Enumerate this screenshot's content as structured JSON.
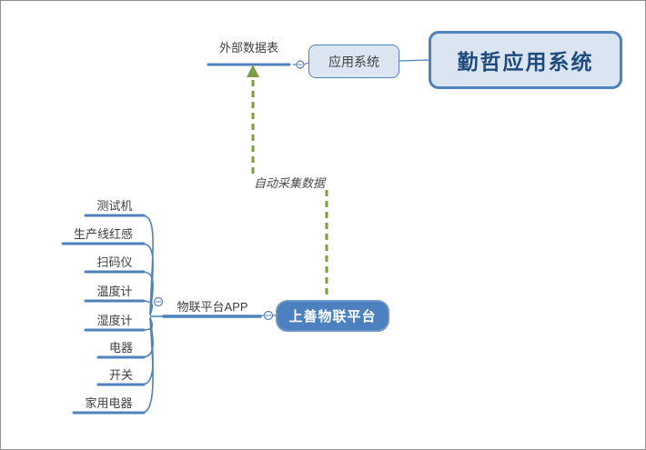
{
  "colors": {
    "accent_blue": "#4f81bd",
    "light_box_fill": "#dce6f2",
    "root_box_fill": "#dbe5f1",
    "root_text": "#1f4a7d",
    "platform_box_fill": "#4d80bf",
    "relationship_green": "#7e9d40",
    "node_text": "#3f3f3f",
    "relationship_label_text": "#4a4a4a",
    "frame_border": "#8f8f8f"
  },
  "top_branch": {
    "external_table": {
      "label": "外部数据表"
    },
    "app_system": {
      "label": "应用系统"
    },
    "root": {
      "label": "勤哲应用系统"
    }
  },
  "relationship": {
    "label": "自动采集数据"
  },
  "bottom_branch": {
    "platform": {
      "label": "上善物联平台"
    },
    "app": {
      "label": "物联平台APP"
    },
    "devices": [
      {
        "label": "测试机"
      },
      {
        "label": "生产线红感"
      },
      {
        "label": "扫码仪"
      },
      {
        "label": "温度计"
      },
      {
        "label": "湿度计"
      },
      {
        "label": "电器"
      },
      {
        "label": "开关"
      },
      {
        "label": "家用电器"
      }
    ]
  }
}
